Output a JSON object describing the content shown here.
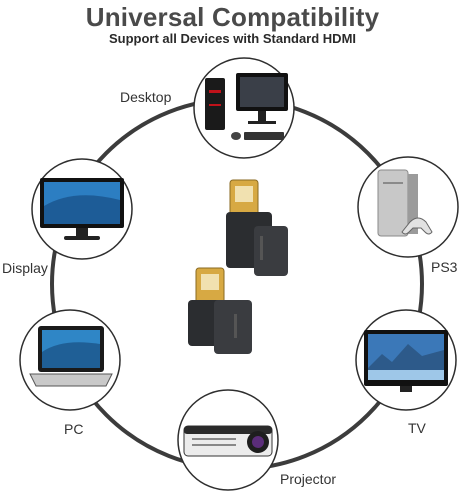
{
  "header": {
    "title": "Universal Compatibility",
    "subtitle": "Support all Devices with Standard HDMI"
  },
  "devices": [
    {
      "label": "Desktop",
      "icon": "desktop-computer-icon"
    },
    {
      "label": "PS3",
      "icon": "game-console-icon"
    },
    {
      "label": "TV",
      "icon": "television-icon"
    },
    {
      "label": "Projector",
      "icon": "projector-icon"
    },
    {
      "label": "PC",
      "icon": "laptop-icon"
    },
    {
      "label": "Display",
      "icon": "monitor-icon"
    }
  ],
  "product": {
    "icon": "hdmi-adapter-icon"
  },
  "colors": {
    "ring": "#3c3c3c",
    "node_border": "#2e2e2e",
    "adapter": "#2b2d30",
    "connector": "#d7a943"
  }
}
